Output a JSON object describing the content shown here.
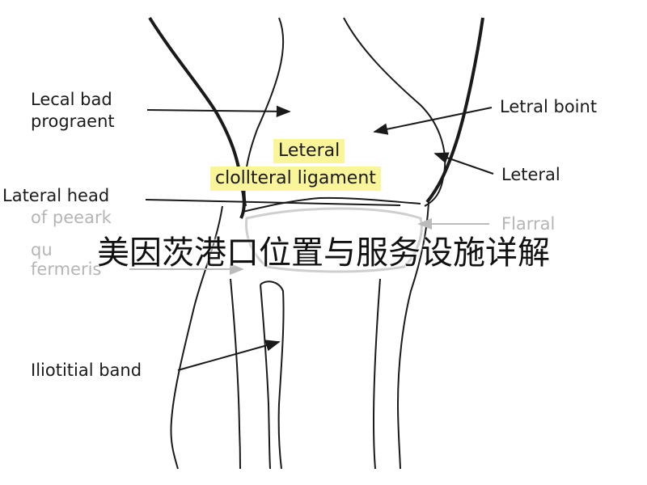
{
  "labels": {
    "lecal_bad_line1": "Lecal bad",
    "lecal_bad_line2": "prograent",
    "letral_boint": "Letral boint",
    "leteral": "Leteral",
    "lateral_head": "Lateral head",
    "of_peeark": "of peeark",
    "quadriceps_partial": "qu",
    "fermeris": "fermeris",
    "flarral": "Flarral",
    "iliotitial_band": "Iliotitial band"
  },
  "highlight": {
    "line1": "Leteral",
    "line2": "clollteral ligament",
    "color": "#fbf59a"
  },
  "overlay_text": "美因茨港口位置与服务设施详解"
}
